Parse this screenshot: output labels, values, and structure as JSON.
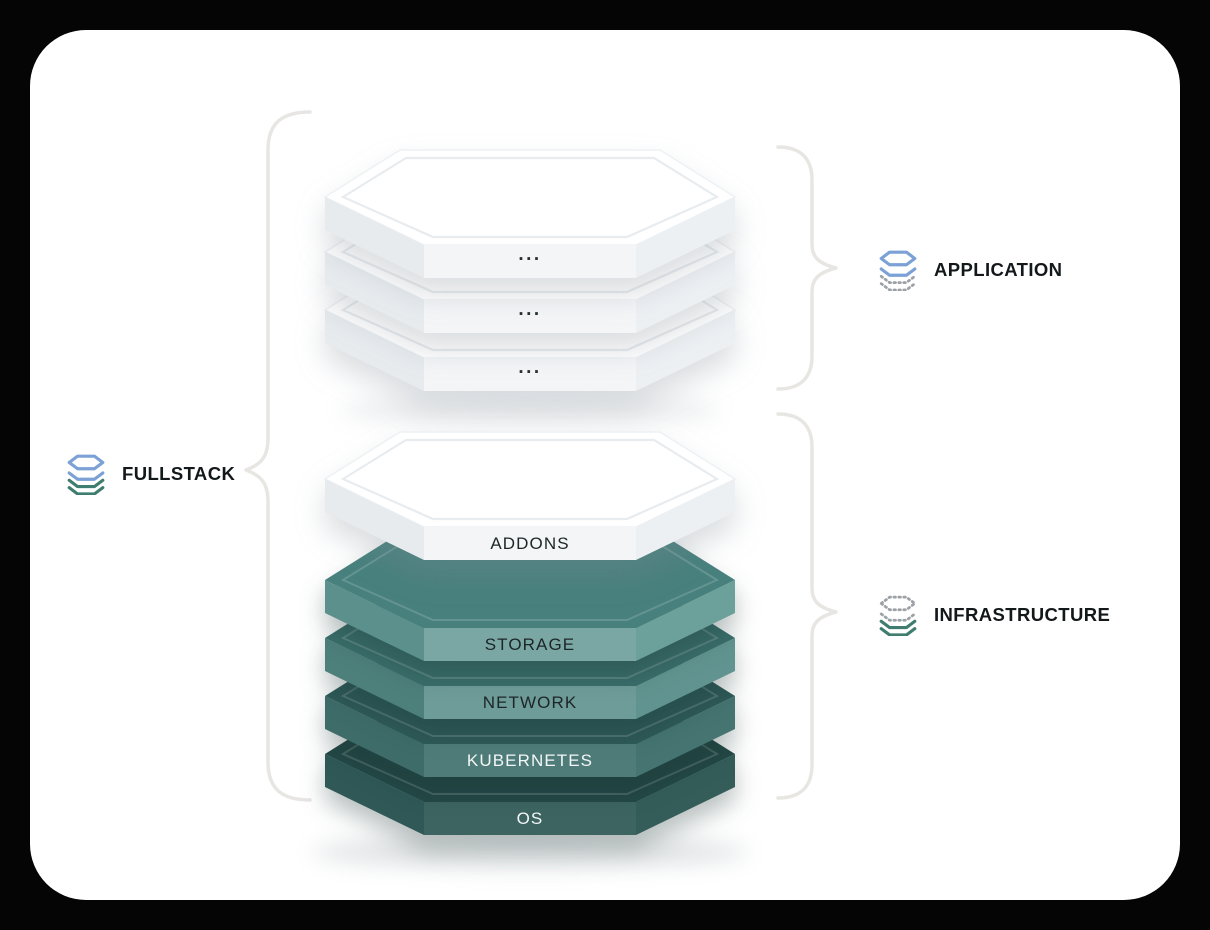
{
  "diagram": {
    "fullstack": {
      "label": "FULLSTACK"
    },
    "application": {
      "label": "APPLICATION",
      "layers": [
        {
          "label": "..."
        },
        {
          "label": "..."
        },
        {
          "label": "..."
        }
      ]
    },
    "infrastructure": {
      "label": "INFRASTRUCTURE",
      "layers": [
        {
          "label": "ADDONS"
        },
        {
          "label": "STORAGE"
        },
        {
          "label": "NETWORK"
        },
        {
          "label": "KUBERNETES"
        },
        {
          "label": "OS"
        }
      ]
    },
    "colors": {
      "page_bg": "#050505",
      "card_bg": "#ffffff",
      "brace": "#e8e6e2",
      "icon_blue": "#7ba1d6",
      "icon_green": "#3f7d70",
      "icon_dotted": "#9ba1a6",
      "layer_storage_top": "#47807d",
      "layer_storage_front": "#7aa7a3",
      "layer_network_top": "#3a6e6b",
      "layer_network_front": "#6e9c98",
      "layer_kubernetes_top": "#2e5a58",
      "layer_kubernetes_front": "#4f7c79",
      "layer_os_top": "#234846",
      "layer_os_front": "#3d6461",
      "text_dark": "#1c2527",
      "text_light": "#f2f6f6"
    }
  }
}
